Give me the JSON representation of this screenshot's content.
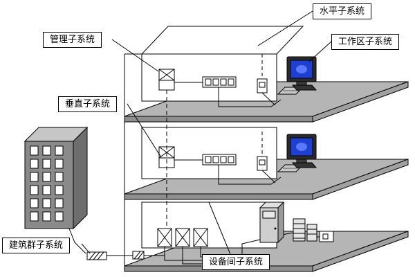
{
  "labels": {
    "horizontal_subsystem": "水平子系统",
    "management_subsystem": "管理子系统",
    "work_area_subsystem": "工作区子系统",
    "vertical_subsystem": "垂直子系统",
    "campus_subsystem": "建筑群子系统",
    "equipment_room_subsystem": "设备间子系统"
  },
  "colors": {
    "background": "#ffffff",
    "line": "#000000",
    "floor_slab": "#b5b5b5",
    "floor_edge": "#8f8f8f",
    "floor_side": "#a0a0a0",
    "campus_front": "#8a8a8a",
    "campus_top": "#c6c6c6",
    "campus_side": "#6e6e6e",
    "monitor_body": "#2b2b2b",
    "screen_blue": "#1f3fd0",
    "cabinet_front": "#cfcfcf"
  }
}
